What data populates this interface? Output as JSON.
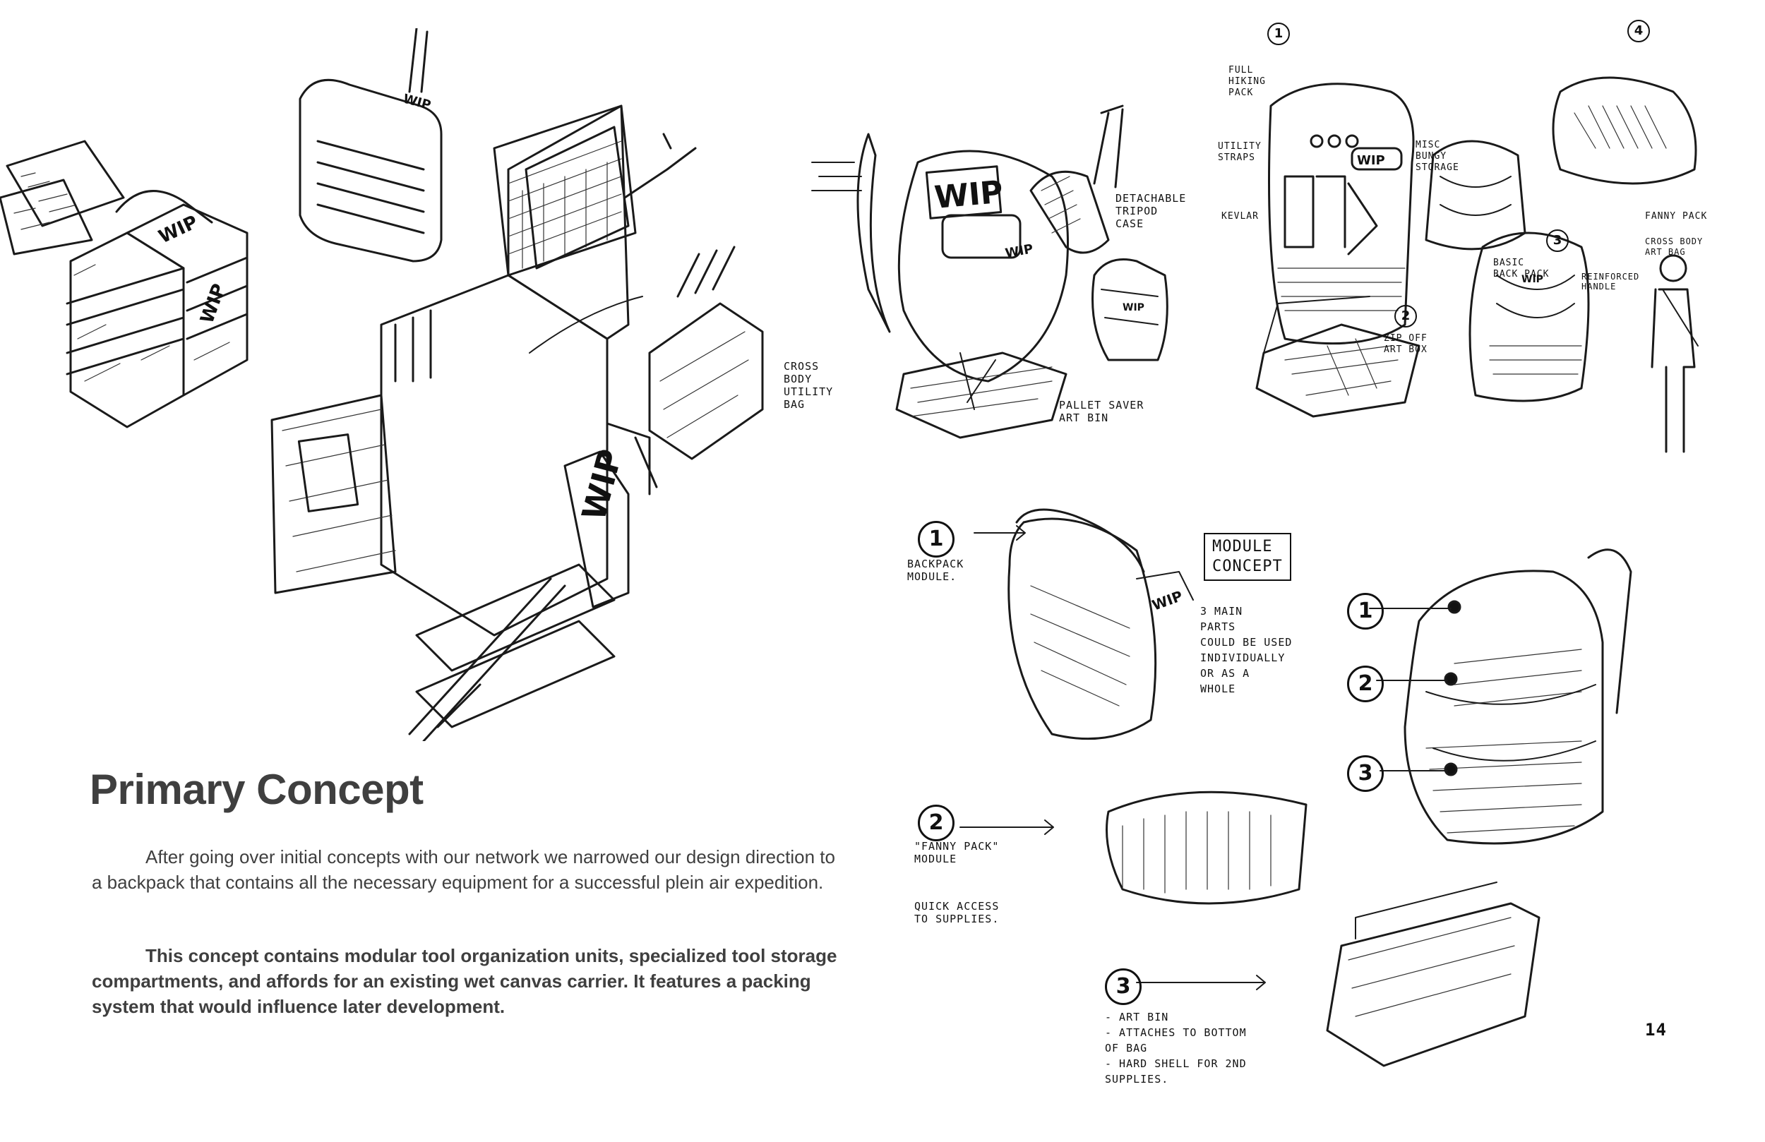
{
  "heading": "Primary Concept",
  "paragraph_1": "After going over initial concepts with our network we narrowed our design direction to a backpack that contains all the necessary equipment for a successful plein air expedition.",
  "paragraph_2": "This concept contains modular tool organization units, specialized tool storage compartments, and affords for an existing wet canvas carrier. It features a packing system that would influence later development.",
  "brand_mark": "WIP",
  "sketch_notes": {
    "cross_body_utility_bag": "Cross\nbody\nutility\nbag",
    "detachable_tripod_case": "Detachable\ntripod\ncase",
    "pallet_saver_art_bin": "Pallet saver\nart bin",
    "full_hiking_pack": "Full\nhiking\npack",
    "utility_straps": "Utility\nstraps",
    "kevlar": "Kevlar",
    "misc_bungy_storage": "Misc\nbungy\nstorage",
    "zip_off_art_box": "Zip off\nart box",
    "basic_back_pack": "Basic\nback pack",
    "reinforced_handle": "Reinforced\nhandle",
    "fanny_pack": "Fanny pack",
    "cross_body_art_bag": "Cross body\nart bag",
    "module_concept": "Module\nconcept",
    "backpack_module": "Backpack\nmodule.",
    "three_main_parts": "3 main\nparts\ncould be used\nindividually\nor as a\nwhole",
    "fanny_pack_module": "\"Fanny pack\"\nmodule",
    "quick_access": "Quick access\nto supplies.",
    "art_bin_notes": "- Art bin\n- attaches to bottom\n  of bag\n- hard shell for 2nd\n  supplies."
  },
  "callout_numbers": [
    "1",
    "2",
    "3",
    "4"
  ],
  "page_number": "14"
}
